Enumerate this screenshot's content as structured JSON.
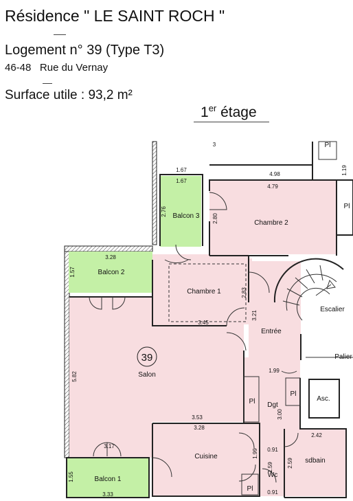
{
  "header": {
    "title": "Résidence \" LE SAINT ROCH \"",
    "logement": "Logement n° 39 (Type T3)",
    "address_number": "46-48",
    "address_street": "Rue du Vernay",
    "surface": "Surface utile : 93,2 m²",
    "floor_number": "1",
    "floor_suffix": "er",
    "floor_word": " étage"
  },
  "plan": {
    "unit_number": "39",
    "rooms": {
      "chambre1": "Chambre 1",
      "chambre2": "Chambre 2",
      "salon": "Salon",
      "entree": "Entrée",
      "cuisine": "Cuisine",
      "dgt": "Dgt",
      "wc": "Wc",
      "sdbain": "sdbain",
      "balcon1": "Balcon 1",
      "balcon2": "Balcon 2",
      "balcon3": "Balcon 3",
      "escalier": "Escalier",
      "palier": "Palier",
      "asc": "Asc.",
      "pl": "Pl"
    },
    "dimensions": {
      "d_1_67_top": "1.67",
      "d_1_67_in": "1.67",
      "d_4_98": "4.98",
      "d_4_79": "4.79",
      "d_1_19": "1.19",
      "d_2_76": "2.76",
      "d_2_80": "2.80",
      "d_3_28_b2": "3.28",
      "d_1_57": "1.57",
      "d_2_83": "2.83",
      "d_3_45": "3.45",
      "d_3_21": "3.21",
      "d_5_82": "5.82",
      "d_1_99_dgt": "1.99",
      "d_3_00": "3.00",
      "d_3_53": "3.53",
      "d_3_28_cuis": "3.28",
      "d_3_17": "3.17",
      "d_2_42": "2.42",
      "d_1_99_cuis": "1.99",
      "d_0_91_a": "0.91",
      "d_2_59": "2.59",
      "d_1_59": "1.59",
      "d_1_55": "1.55",
      "d_3_33": "3.33",
      "d_0_91_b": "0.91",
      "d_3": "3"
    }
  }
}
